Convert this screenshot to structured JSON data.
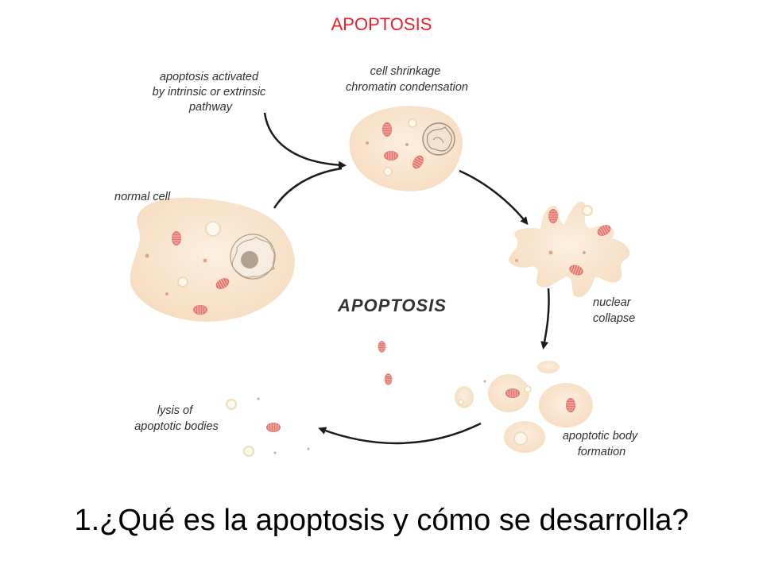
{
  "slide": {
    "title": "APOPTOSIS",
    "question": "1.¿Qué es la apoptosis y cómo se desarrolla?"
  },
  "diagram": {
    "center_label": "APOPTOSIS",
    "labels": {
      "activated": [
        "apoptosis activated",
        "by intrinsic or extrinsic",
        "pathway"
      ],
      "shrinkage": [
        "cell shrinkage",
        "chromatin condensation"
      ],
      "normal": [
        "normal cell"
      ],
      "collapse": [
        "nuclear",
        "collapse"
      ],
      "body_formation": [
        "apoptotic body",
        "formation"
      ],
      "lysis": [
        "lysis of",
        "apoptotic bodies"
      ]
    }
  },
  "colors": {
    "title": "#e8202a",
    "cell_fill": "#f9e4cc",
    "mitochondria": "#e0706a",
    "arrow": "#1a1a1a"
  }
}
